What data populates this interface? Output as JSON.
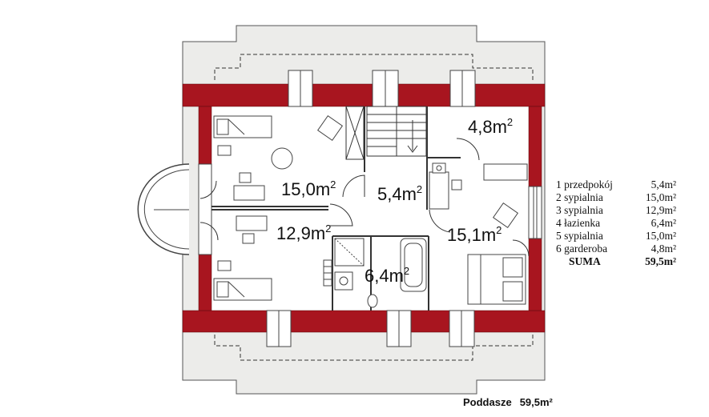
{
  "rooms": [
    {
      "id": "sypialnia-2",
      "area": "15,0m",
      "sup": "2"
    },
    {
      "id": "przedpokoj",
      "area": "5,4m",
      "sup": "2"
    },
    {
      "id": "garderoba",
      "area": "4,8m",
      "sup": "2"
    },
    {
      "id": "sypialnia-3",
      "area": "12,9m",
      "sup": "2"
    },
    {
      "id": "lazienka",
      "area": "6,4m",
      "sup": "2"
    },
    {
      "id": "sypialnia-5",
      "area": "15,1m",
      "sup": "2"
    }
  ],
  "legend": {
    "items": [
      {
        "label": "1 przedpokój",
        "value": "5,4m²"
      },
      {
        "label": "2 sypialnia",
        "value": "15,0m²"
      },
      {
        "label": "3 sypialnia",
        "value": "12,9m²"
      },
      {
        "label": "4 łazienka",
        "value": "6,4m²"
      },
      {
        "label": "5 sypialnia",
        "value": "15,0m²"
      },
      {
        "label": "6 garderoba",
        "value": "4,8m²"
      }
    ],
    "total": {
      "label": "SUMA",
      "value": "59,5m²"
    }
  },
  "caption": {
    "label": "Poddasze",
    "value": "59,5m²"
  },
  "colors": {
    "wall": "#a8151f",
    "roof": "#ececea",
    "line": "#333333"
  }
}
